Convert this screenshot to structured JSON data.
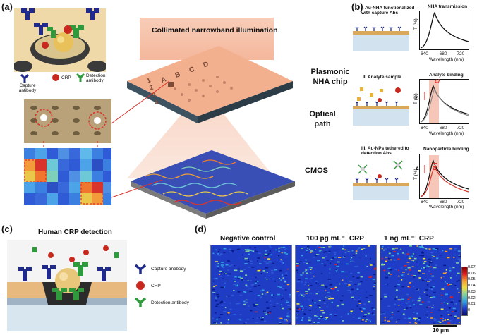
{
  "panels": {
    "a": {
      "label": "(a)",
      "legend": {
        "capture": "Capture antibody",
        "crp": "CRP",
        "detection": "Detection antibody"
      },
      "illumination_title": "Collimated narrowband illumination",
      "chip_label": "Plasmonic NHA chip",
      "optical_path_label": "Optical path",
      "cmos_label": "CMOS",
      "chip_letters": [
        "A",
        "B",
        "C",
        "D"
      ],
      "chip_numbers": [
        "1",
        "2",
        "3",
        "4"
      ],
      "colors": {
        "capture": "#1f2a8c",
        "crp": "#c8281e",
        "detection": "#2e9a3c",
        "chip_top": "#f3b08f"
      }
    },
    "b": {
      "label": "(b)",
      "step1_title": "I. Au-NHA functionalized with capture Abs",
      "step2_title": "II. Analyte sample",
      "step3_title": "III. Au-NPs tethered to detection Abs",
      "plot1_title": "NHA transmission",
      "plot2_title": "Analyte binding",
      "plot3_title": "Nanoparticle binding",
      "ylabel": "T (%)",
      "xlabel": "Wavelength (nm)",
      "xticks": [
        "640",
        "680",
        "720"
      ],
      "delta_lambda": "Δλ",
      "delta_i": "ΔI"
    },
    "c": {
      "label": "(c)",
      "title": "Human CRP detection",
      "legend": {
        "capture": "Capture antibody",
        "crp": "CRP",
        "detection": "Detection antibody"
      }
    },
    "d": {
      "label": "(d)",
      "titles": [
        "Negative control",
        "100 pg mL⁻¹ CRP",
        "1 ng mL⁻¹ CRP"
      ],
      "colorbar_ticks": [
        "0.07",
        "0.06",
        "0.05",
        "0.04",
        "0.03",
        "0.02",
        "0.01",
        "0"
      ],
      "scalebar": "10 μm"
    }
  }
}
